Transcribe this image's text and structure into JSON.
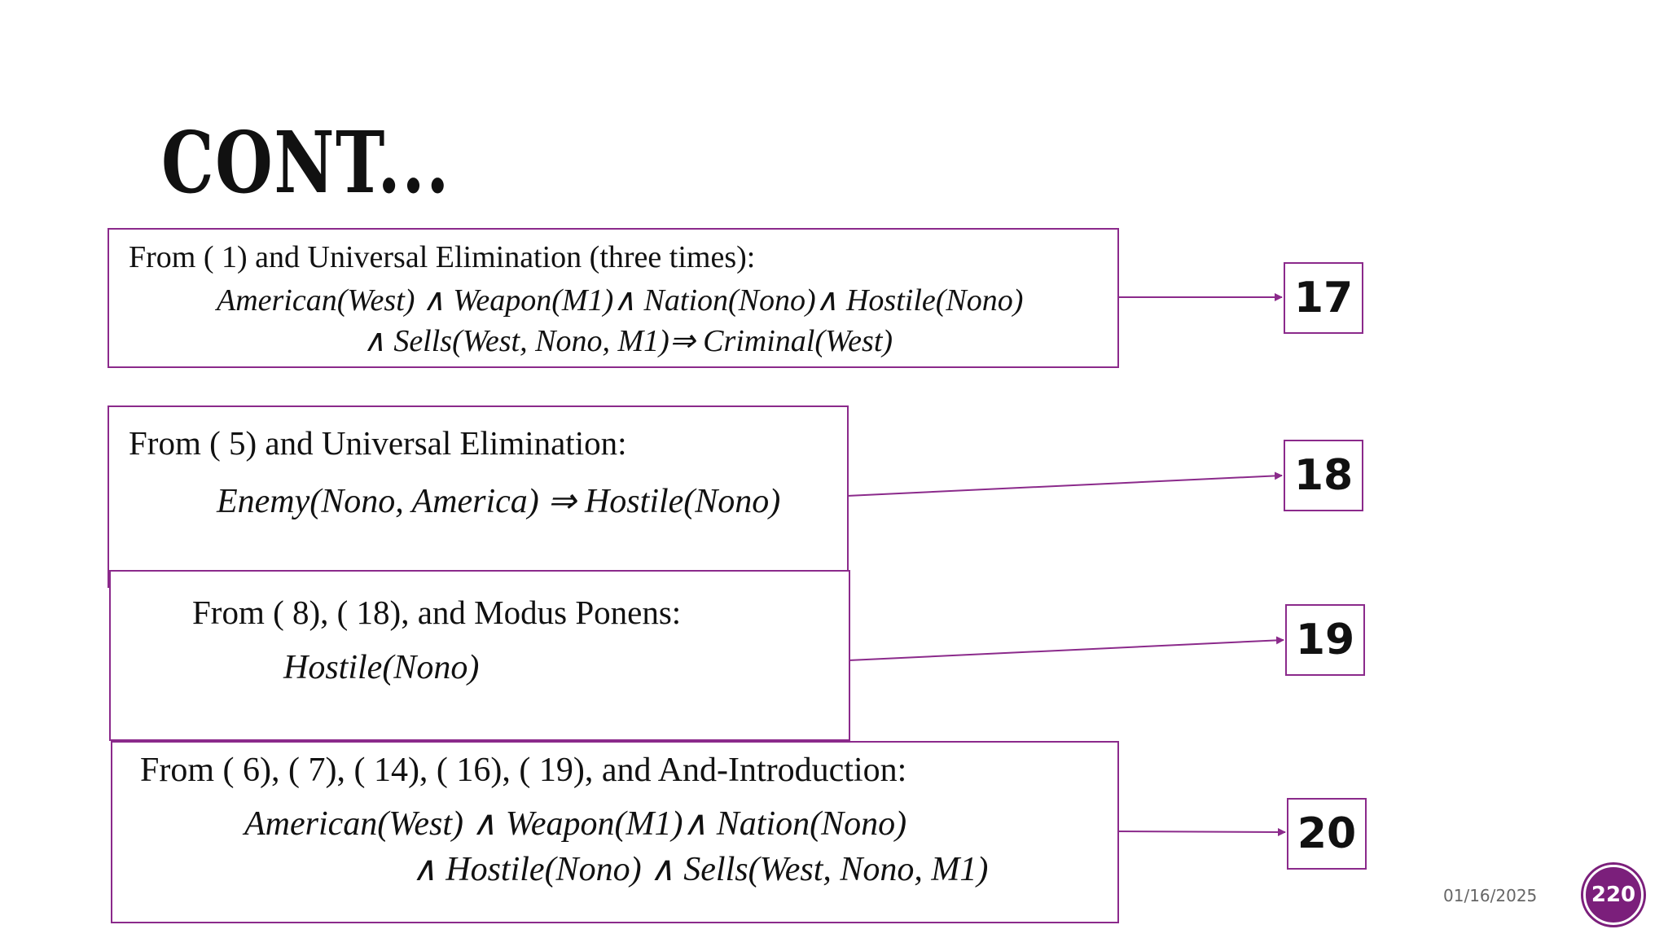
{
  "slide": {
    "title": "CONT...",
    "date": "01/16/2025",
    "page_number": "220",
    "accent_color": "#8b2a8b"
  },
  "boxes": [
    {
      "lines": [
        "From (   1) and Universal Elimination (three times):",
        "American(West) ∧  Weapon(M1)∧ Nation(Nono)∧ Hostile(Nono)",
        "∧  Sells(West, Nono, M1)⇒  Criminal(West)"
      ],
      "badge": "17"
    },
    {
      "lines": [
        "From (   5) and Universal Elimination:",
        "Enemy(Nono, America)  ⇒  Hostile(Nono)"
      ],
      "badge": "18"
    },
    {
      "lines": [
        "From (   8), (   18), and Modus Ponens:",
        "Hostile(Nono)"
      ],
      "badge": "19"
    },
    {
      "lines": [
        "From (   6), (   7), (   14), (   16), (   19), and And-Introduction:",
        "American(West) ∧  Weapon(M1)∧ Nation(Nono)",
        "∧  Hostile(Nono) ∧  Sells(West, Nono, M1)"
      ],
      "badge": "20"
    }
  ]
}
